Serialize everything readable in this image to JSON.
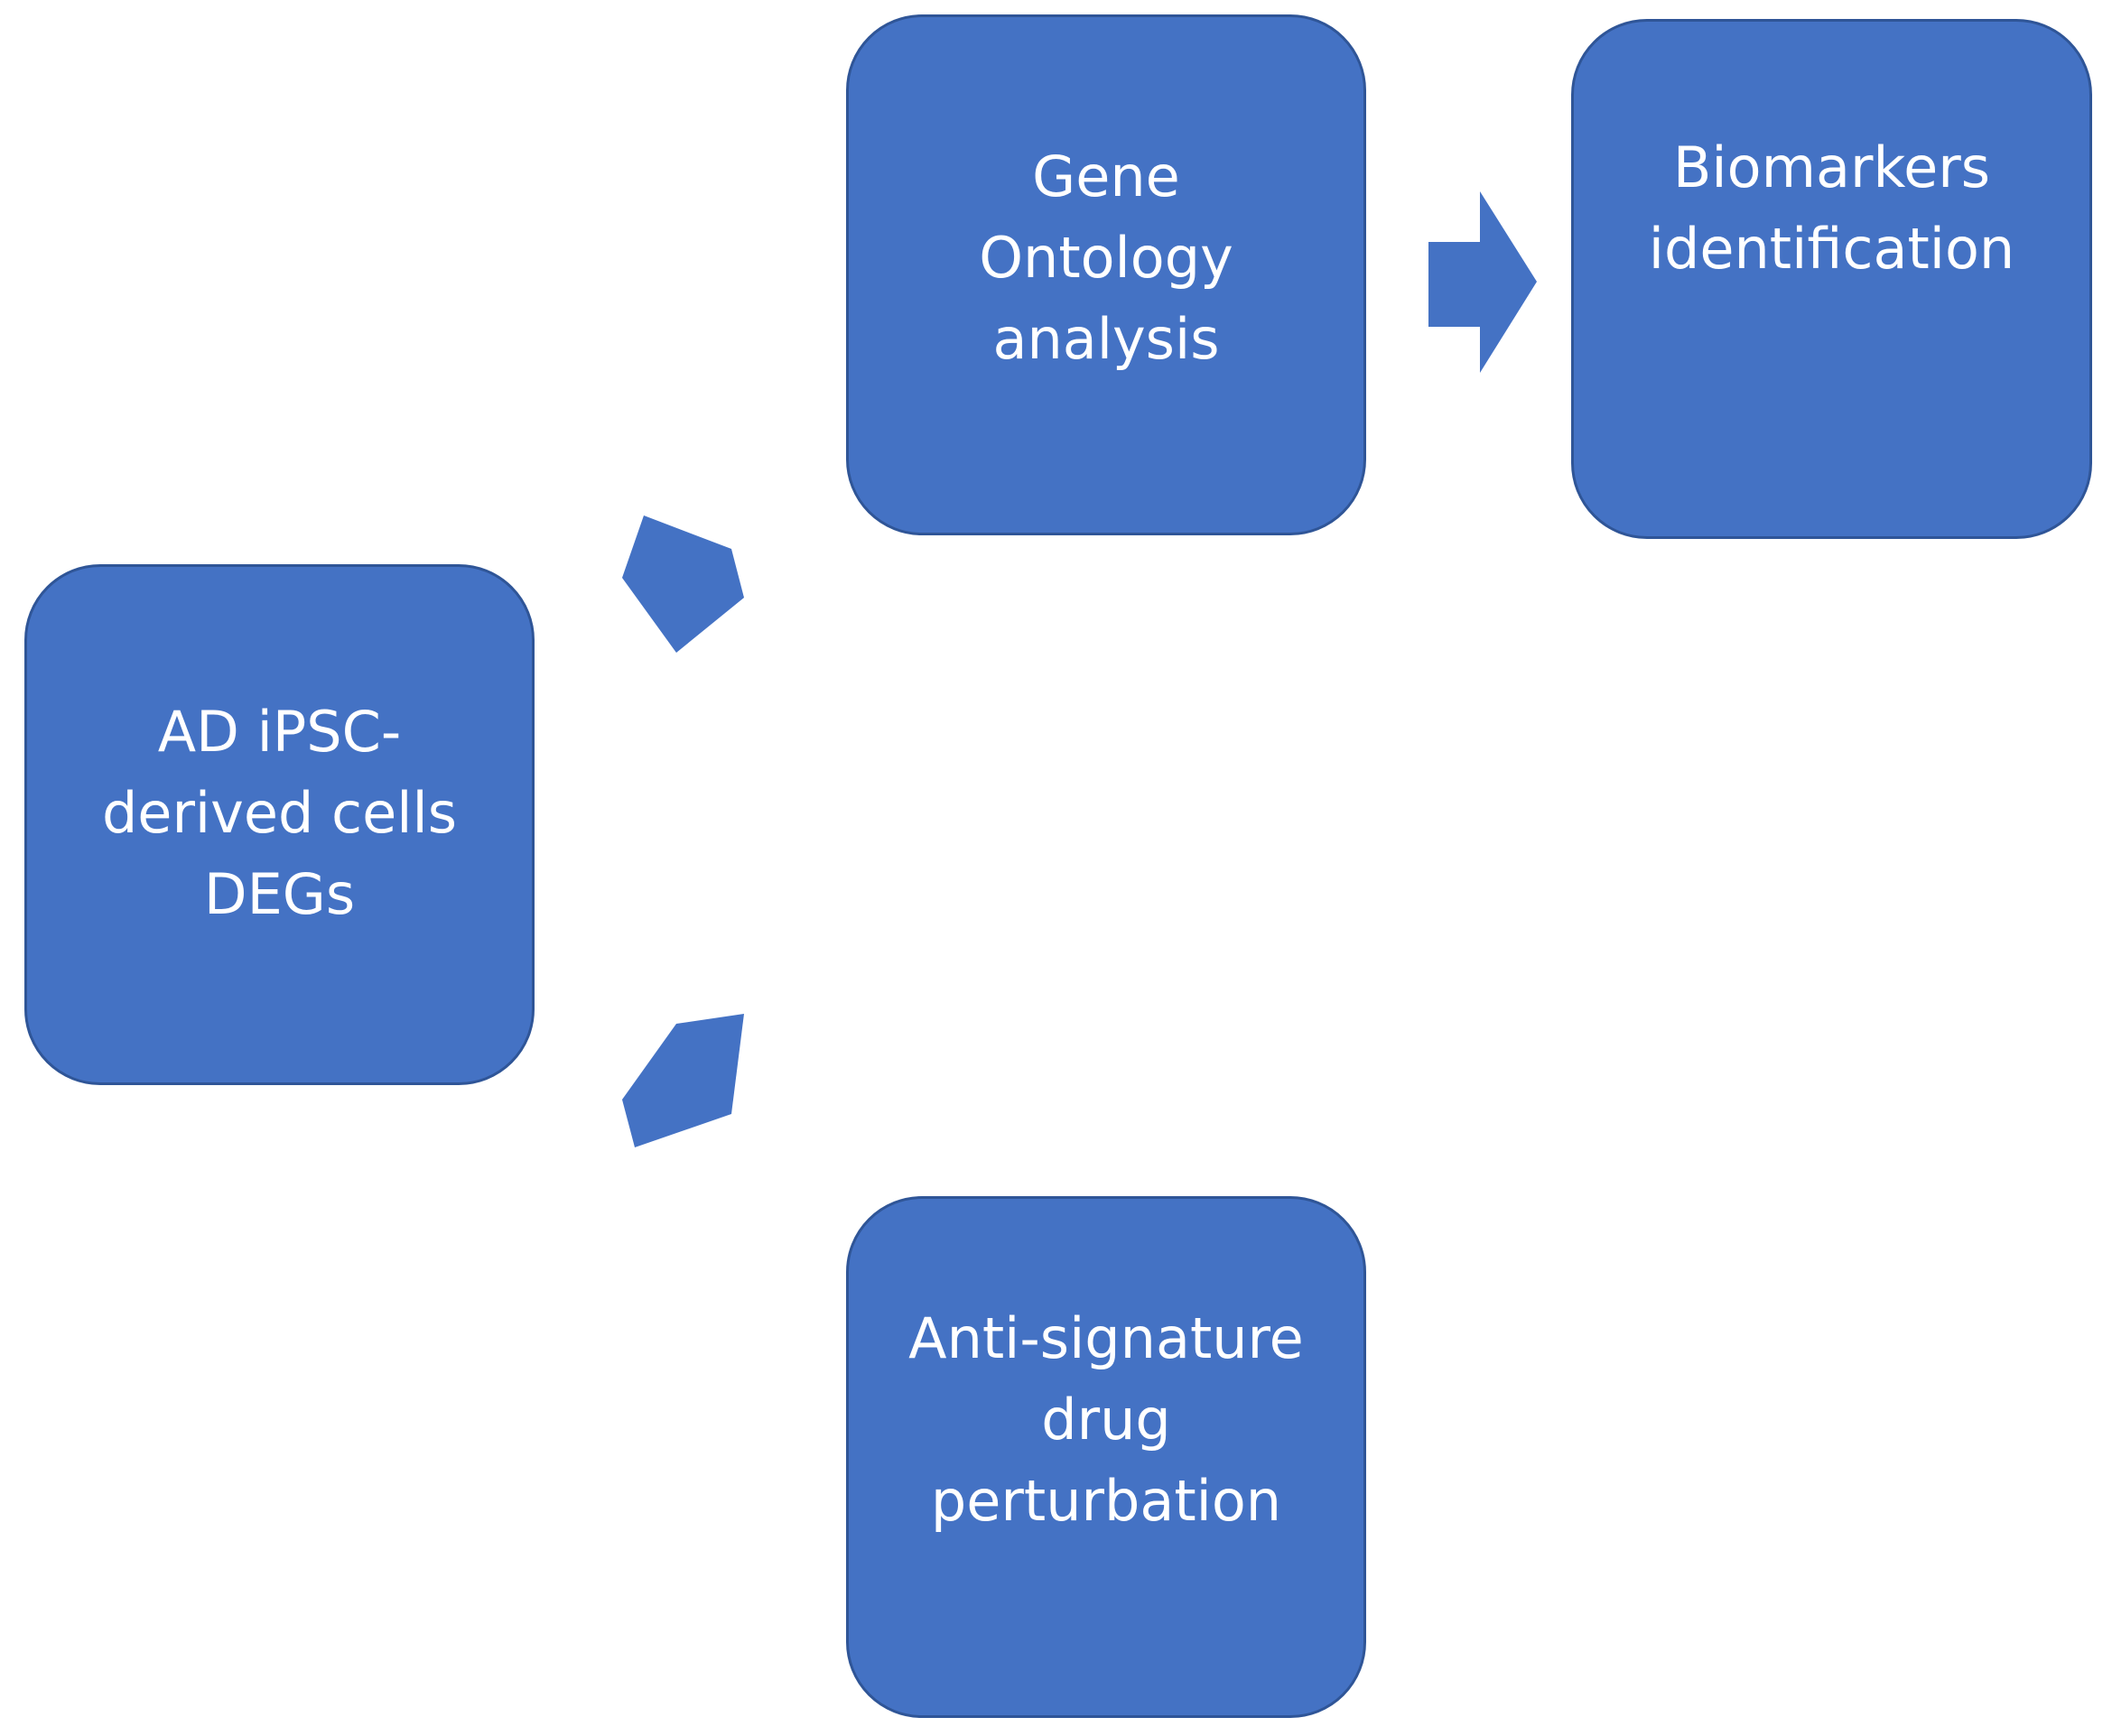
{
  "diagram": {
    "colors": {
      "box_fill": "#4472c4",
      "box_border": "#2f5597",
      "arrow_fill": "#4472c4",
      "text": "#ffffff",
      "background": "#ffffff"
    },
    "nodes": {
      "source": {
        "label": "AD iPSC-\nderived cells\nDEGs"
      },
      "gene_ontology": {
        "label": "Gene\nOntology\nanalysis"
      },
      "biomarkers": {
        "label": "Biomarkers\nidentification"
      },
      "anti_signature": {
        "label": "Anti-signature\ndrug\nperturbation"
      }
    },
    "edges": [
      {
        "from": "source",
        "to": "gene_ontology"
      },
      {
        "from": "source",
        "to": "anti_signature"
      },
      {
        "from": "gene_ontology",
        "to": "biomarkers"
      }
    ]
  }
}
